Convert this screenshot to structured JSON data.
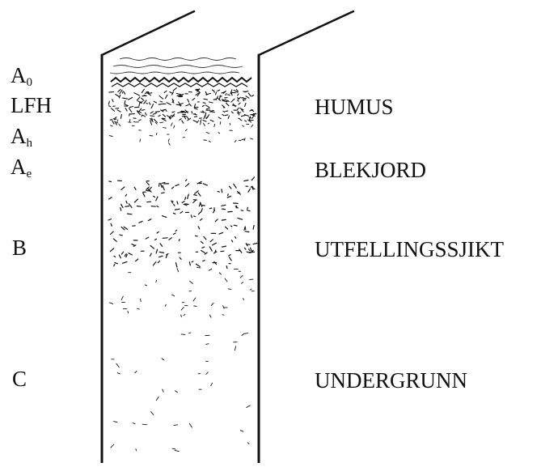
{
  "horizons": {
    "a0": {
      "letter": "A",
      "sub": "0"
    },
    "lfh": {
      "text": "LFH"
    },
    "ah": {
      "letter": "A",
      "sub": "h"
    },
    "ae": {
      "letter": "A",
      "sub": "e"
    },
    "b": {
      "text": "B"
    },
    "c": {
      "text": "C"
    }
  },
  "layers": {
    "humus": "HUMUS",
    "blekjord": "BLEKJORD",
    "utfelling": "UTFELLINGSSJIKT",
    "undergrunn": "UNDERGRUNN"
  },
  "colors": {
    "ink": "#111111",
    "background": "#ffffff"
  }
}
